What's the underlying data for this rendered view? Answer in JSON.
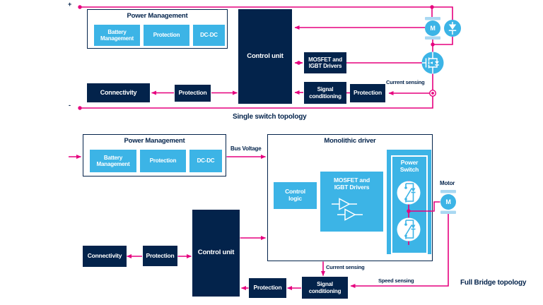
{
  "colors": {
    "pink": "#e6007e",
    "navy": "#03234b",
    "light_blue": "#3cb4e6",
    "pale_blue": "#a9d8f2",
    "background": "#ffffff"
  },
  "top": {
    "plus": "+",
    "minus": "-",
    "pm": {
      "title": "Power Management",
      "blocks": [
        "Battery Management",
        "Protection",
        "DC-DC"
      ]
    },
    "control_unit": "Control unit",
    "drivers": "MOSFET and IGBT Drivers",
    "signal_conditioning": "Signal conditioning",
    "protection_right": "Protection",
    "connectivity": "Connectivity",
    "protection_left": "Protection",
    "current_sensing": "Current sensing",
    "motor": "M",
    "caption": "Single switch topology"
  },
  "bottom": {
    "pm": {
      "title": "Power Management",
      "blocks": [
        "Battery Management",
        "Protection",
        "DC-DC"
      ]
    },
    "bus_voltage": "Bus Voltage",
    "mono": {
      "title": "Monolithic driver",
      "control_logic": "Control logic",
      "drivers": "MOSFET and IGBT Drivers",
      "power_switch": "Power Switch"
    },
    "motor_label": "Motor",
    "motor": "M",
    "control_unit": "Control unit",
    "connectivity": "Connectivity",
    "protection_left": "Protection",
    "protection_mid": "Protection",
    "signal_conditioning": "Signal conditioning",
    "current_sensing": "Current sensing",
    "speed_sensing": "Speed sensing",
    "caption": "Full Bridge topology"
  }
}
